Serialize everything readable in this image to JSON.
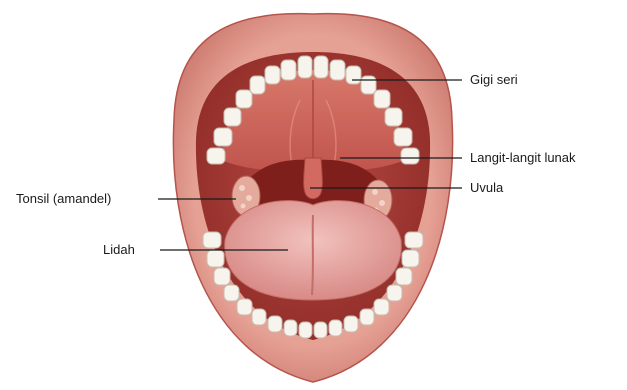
{
  "labels": {
    "gigi_seri": "Gigi seri",
    "langit_langit_lunak": "Langit-langit lunak",
    "uvula": "Uvula",
    "tonsil": "Tonsil (amandel)",
    "lidah": "Lidah"
  },
  "colors": {
    "lip": "#d98a7e",
    "lip_shadow": "#b5544c",
    "palate": "#c5564c",
    "throat": "#7e1f1c",
    "tongue": "#e9a9a5",
    "tooth": "#f7f4ee",
    "leader_line": "#1a1a1a"
  }
}
